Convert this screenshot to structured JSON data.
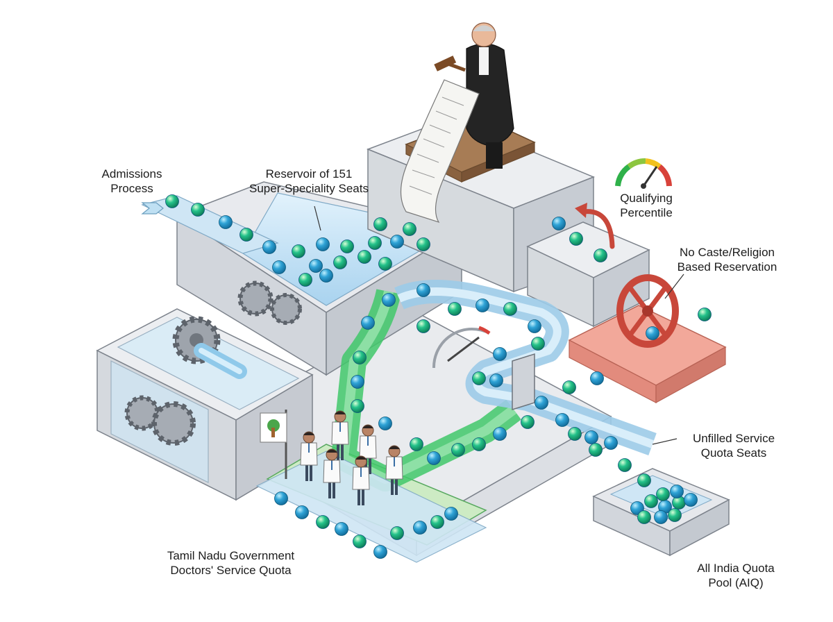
{
  "colors": {
    "background": "#ffffff",
    "structure": "#e6e8ec",
    "structure_shade": "#c9cdd4",
    "water": "#cfe6f7",
    "green_channel": "#3fca63",
    "green_floor": "#cdebc4",
    "ball_blue": "#2f8fd6",
    "ball_green": "#2ecc71",
    "red_zone": "#f2a89a",
    "red_wheel": "#c8473a",
    "judge_robe": "#222222",
    "podium": "#9b7350"
  },
  "labels": {
    "admissions": [
      "Admissions",
      "Process"
    ],
    "reservoir": [
      "Reservoir of 151",
      "Super-Speciality Seats"
    ],
    "percentile": [
      "Qualifying",
      "Percentile"
    ],
    "no_caste": [
      "No Caste/Religion",
      "Based Reservation"
    ],
    "unfilled": [
      "Unfilled Service",
      "Quota Seats"
    ],
    "tn_quota": [
      "Tamil Nadu Government",
      "Doctors' Service Quota"
    ],
    "aiq": [
      "All India Quota",
      "Pool (AIQ)"
    ]
  },
  "icons": {
    "judge": "judge-with-gavel-icon",
    "scroll": "court-order-scroll-icon",
    "gauge": "percentile-gauge-icon",
    "valve": "red-valve-wheel-icon",
    "gears": "gear-icon",
    "flag": "tamil-nadu-flag-icon",
    "doctors": "doctor-figure-icon",
    "arrow": "inflow-arrow-icon"
  }
}
